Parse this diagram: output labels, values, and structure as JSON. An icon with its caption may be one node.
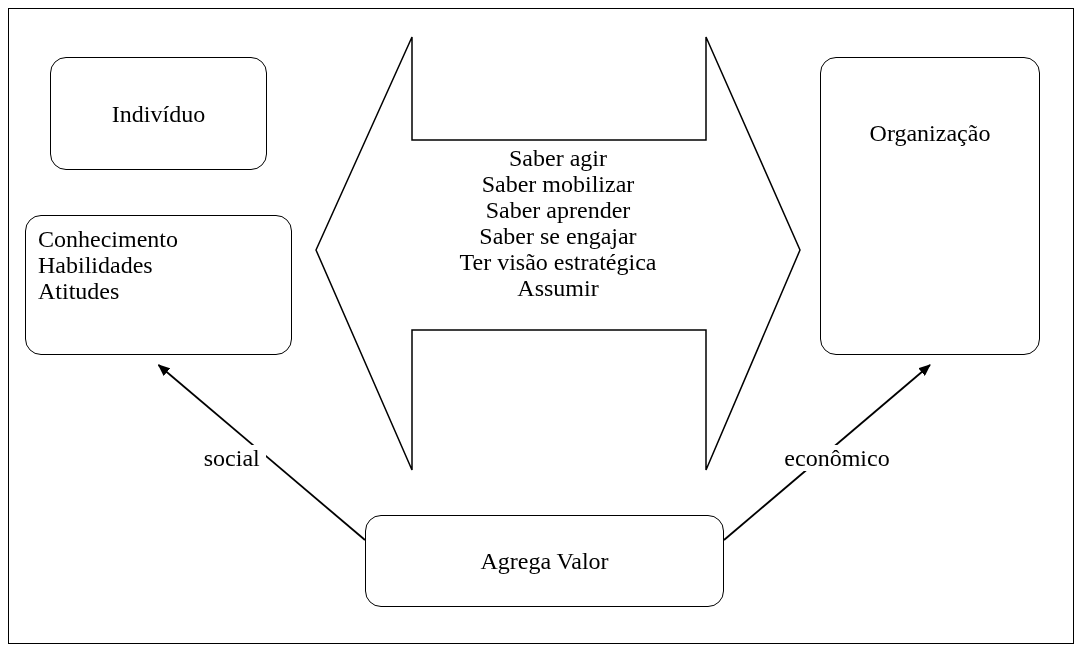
{
  "diagram": {
    "nodes": [
      {
        "text": [
          "Indivíduo"
        ]
      },
      {
        "text": [
          "Conhecimento Habilidades Atitudes"
        ]
      },
      {
        "text": [
          "Saber agir",
          "Saber mobilizar",
          "Saber aprender",
          "Saber se engajar",
          "Ter visão estratégica",
          "Assumir"
        ]
      },
      {
        "text": [
          "Organização"
        ]
      },
      {
        "text": [
          "Agrega Valor"
        ]
      }
    ],
    "edges": [
      {
        "from": 4,
        "to": 1,
        "arrow": "to",
        "label": "social"
      },
      {
        "from": 4,
        "to": 3,
        "arrow": "to",
        "label": "econômico"
      }
    ]
  }
}
